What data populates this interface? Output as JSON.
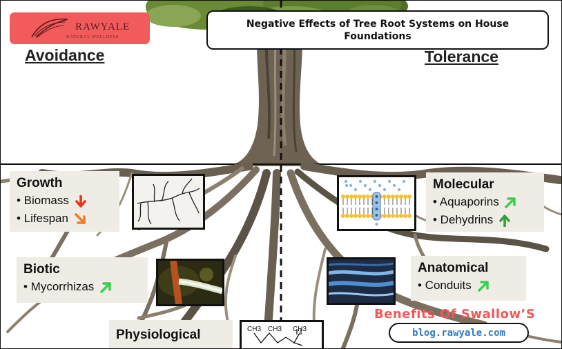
{
  "title": "Negative Effects of Tree Root Systems on House Foundations",
  "logo": {
    "name": "RAWYALE",
    "tagline": "NATURAL WELLNESS"
  },
  "headings": {
    "left": "Avoidance",
    "right": "Tolerance"
  },
  "boxes": {
    "growth": {
      "head": "Growth",
      "items": [
        "• Biomass",
        "• Lifespan"
      ]
    },
    "biotic": {
      "head": "Biotic",
      "items": [
        "• Mycorrhizas"
      ]
    },
    "physiological": {
      "head": "Physiological"
    },
    "molecular": {
      "head": "Molecular",
      "items": [
        "• Aquaporins",
        "• Dehydrins"
      ]
    },
    "anatomical": {
      "head": "Anatomical",
      "items": [
        "• Conduits"
      ]
    }
  },
  "molecule_labels": [
    "CH3",
    "CH3",
    "CH3"
  ],
  "watermark": "Benefits Of Swallow’S",
  "url": "blog.rawyale.com",
  "colors": {
    "logo_bg": "#f15b5b",
    "arrow_down": "#e53320",
    "arrow_diag_orange": "#f07b22",
    "arrow_up_green": "#2fa13b",
    "arrow_diag_green": "#3ccf4e",
    "url_text": "#2f79c5",
    "watermark": "#f25757"
  },
  "icons": {
    "biomass": "arrow-down-icon",
    "lifespan": "arrow-down-right-icon",
    "mycorrhizas": "arrow-up-right-icon",
    "aquaporins": "arrow-up-right-icon",
    "dehydrins": "arrow-up-icon",
    "conduits": "arrow-up-right-icon"
  }
}
